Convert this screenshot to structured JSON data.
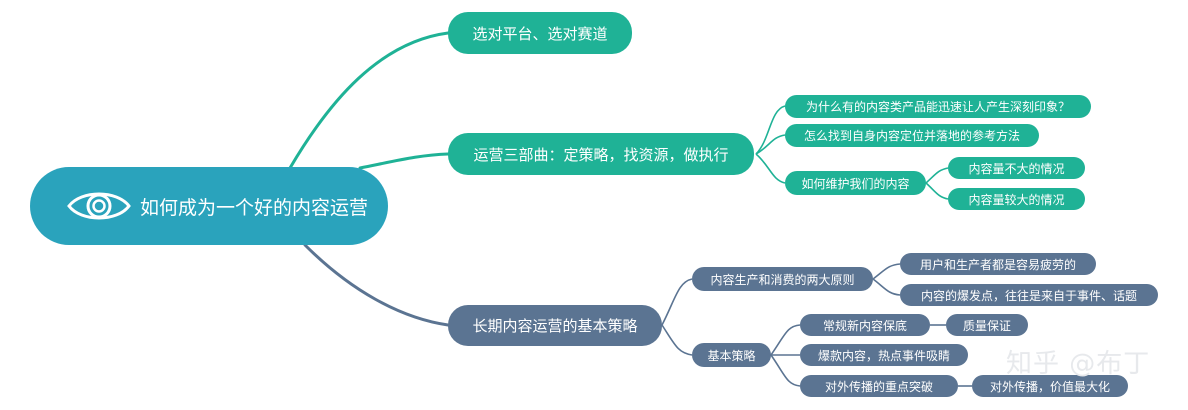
{
  "root": {
    "label": "如何成为一个好的内容运营",
    "icon": "eye-icon"
  },
  "branches": {
    "b1": {
      "label": "选对平台、选对赛道"
    },
    "b2": {
      "label": "运营三部曲：定策略，找资源，做执行",
      "children": [
        "为什么有的内容类产品能迅速让人产生深刻印象？",
        "怎么找到自身内容定位并落地的参考方法",
        "如何维护我们的内容"
      ],
      "maintain_children": [
        "内容量不大的情况",
        "内容量较大的情况"
      ]
    },
    "b3": {
      "label": "长期内容运营的基本策略",
      "principles": {
        "label": "内容生产和消费的两大原则",
        "children": [
          "用户和生产者都是容易疲劳的",
          "内容的爆发点，往往是来自于事件、话题"
        ]
      },
      "strategy": {
        "label": "基本策略",
        "children": [
          "常规新内容保底",
          "爆款内容，热点事件吸睛",
          "对外传播的重点突破"
        ],
        "leaf1": "质量保证",
        "leaf3": "对外传播，价值最大化"
      }
    }
  },
  "watermark": "知乎 @布丁",
  "colors": {
    "root": "#2aa3bc",
    "teal": "#1fb296",
    "slate": "#5b7492"
  }
}
